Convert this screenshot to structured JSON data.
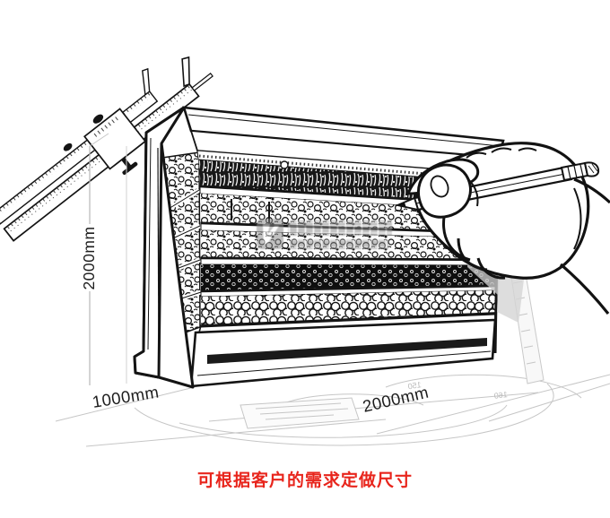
{
  "caption": {
    "text": "可根据客户的需求定做尺寸"
  },
  "dimensions": {
    "height_label": "2000mm",
    "depth_label": "1000mm",
    "width_label": "2000mm"
  },
  "floor_protractor": {
    "numbers": [
      "150",
      "160"
    ]
  },
  "colors": {
    "caption_red": "#e8251c",
    "ink": "#141414",
    "faint_sketch": "#c6c6c6",
    "watermark_gray": "#8a8a8a",
    "shadow_gray": "#c7c7c7"
  },
  "illustration": {
    "subject": "multi-deck open display refrigerator line-art",
    "elements": [
      "vernier-caliper",
      "hand-holding-pencil",
      "produce-shelves",
      "floor-protractor-sketch",
      "watermark-logo"
    ]
  }
}
